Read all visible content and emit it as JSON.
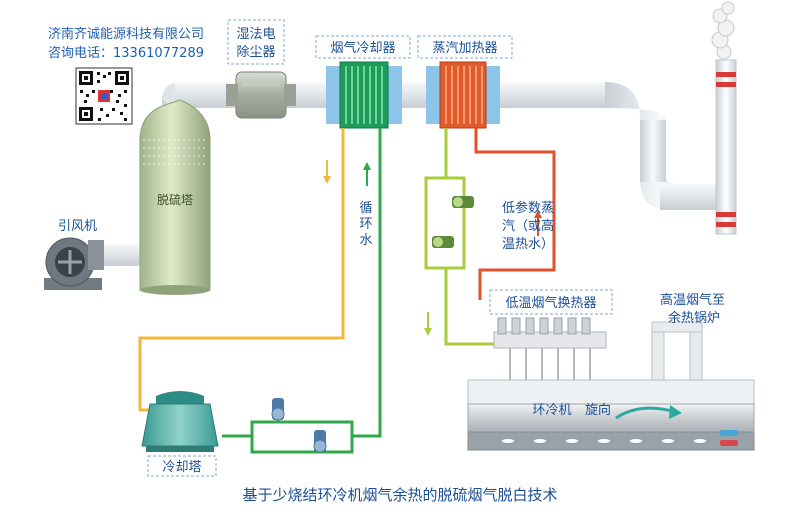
{
  "company": {
    "name": "济南齐诚能源科技有限公司",
    "phone_line": "咨询电话：13361077289"
  },
  "labels": {
    "wet_esp_line1": "湿法电",
    "wet_esp_line2": "除尘器",
    "flue_cooler": "烟气冷却器",
    "steam_heater": "蒸汽加热器",
    "desulfurization_tower": "脱硫塔",
    "induced_fan": "引风机",
    "circulating_water_1": "循",
    "circulating_water_2": "环",
    "circulating_water_3": "水",
    "low_param_steam_1": "低参数蒸",
    "low_param_steam_2": "汽（或高",
    "low_param_steam_3": "温热水）",
    "low_temp_exchanger": "低温烟气换热器",
    "high_temp_gas_1": "高温烟气至",
    "high_temp_gas_2": "余热锅炉",
    "ring_cooler": "环冷机",
    "rotation": "旋向",
    "cooling_tower": "冷却塔"
  },
  "caption": "基于少烧结环冷机烟气余热的脱硫烟气脱白技术",
  "colors": {
    "hot_loop": "#e0522a",
    "steam_loop": "#a8cc3c",
    "cold_supply": "#f0b93a",
    "cold_return": "#2fa84a",
    "gas_duct": "#e8ecef",
    "label_text": "#1f5fb0"
  }
}
